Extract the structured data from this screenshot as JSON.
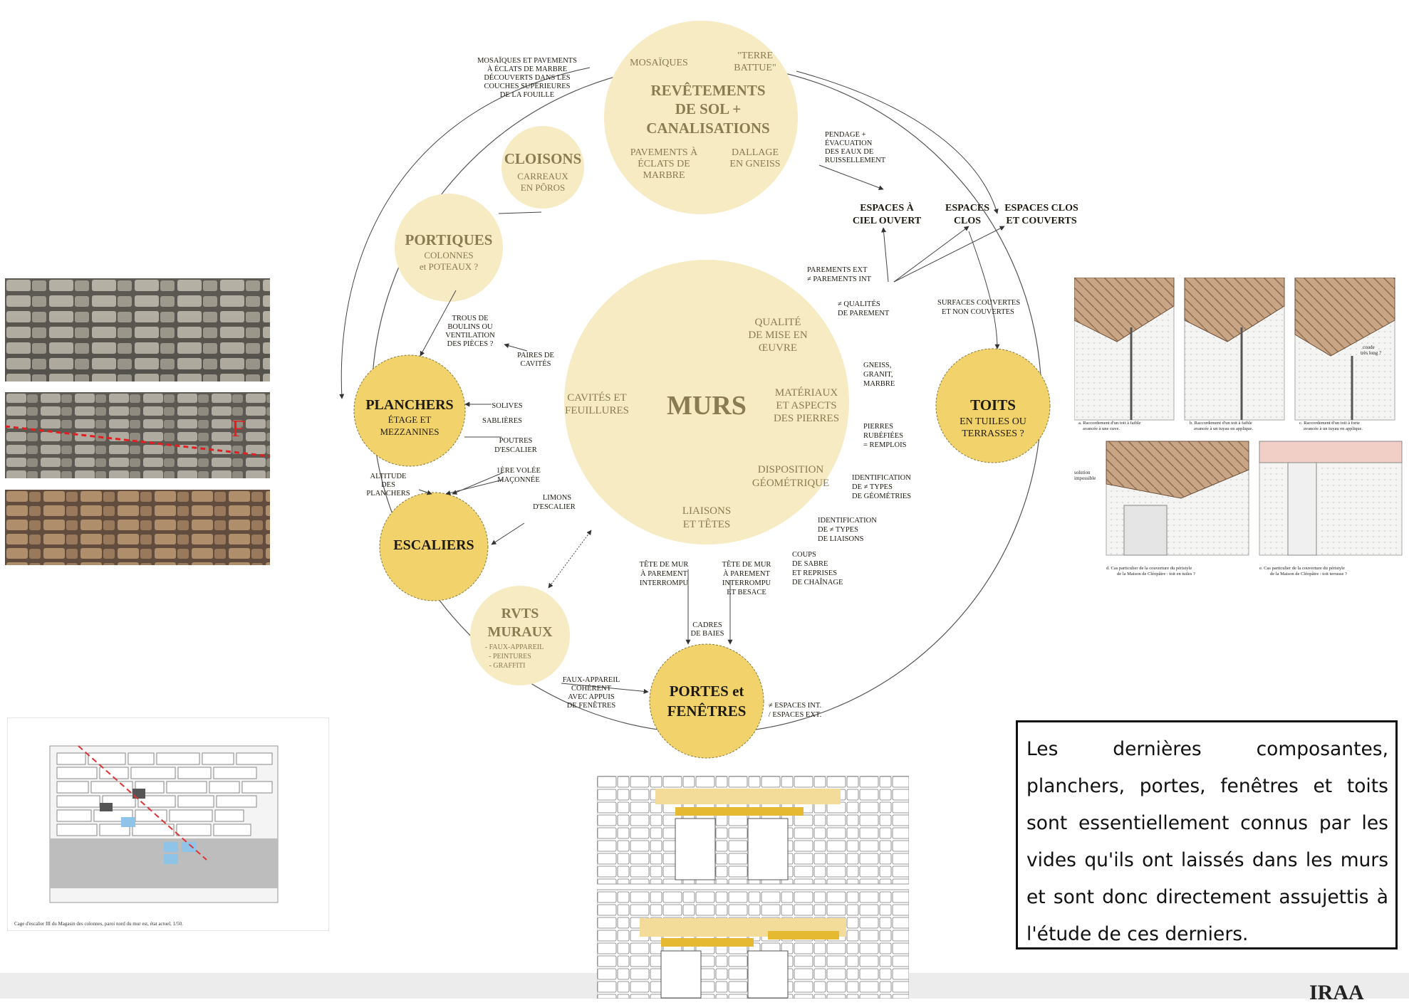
{
  "caption": "Les dernières composantes, planchers, portes, fenêtres et toits sont essentiellement connus par les vides qu'ils ont laissés dans les murs et sont donc directement assujettis à l'étude de ces derniers.",
  "logo": "IRAA",
  "colors": {
    "primary_node": "#f2d36b",
    "secondary_node": "#f6ebc3",
    "center_node": "#f6ebc3",
    "footer": "#ececec"
  },
  "nodes": {
    "murs": {
      "title": "MURS",
      "sub": [
        "CAVITÉS ET",
        "FEUILLURES"
      ],
      "qualite": [
        "QUALITÉ",
        "DE MISE EN",
        "ŒUVRE"
      ],
      "materiaux": [
        "MATÉRIAUX",
        "ET ASPECTS",
        "DES PIERRES"
      ],
      "disposition": [
        "DISPOSITION",
        "GÉOMÉTRIQUE"
      ],
      "liaisons": [
        "LIAISONS",
        "ET TÊTES"
      ]
    },
    "revetements": {
      "title": [
        "REVÊTEMENTS",
        "DE SOL +",
        "CANALISATIONS"
      ],
      "mosaiques": "MOSAÏQUES",
      "terre": [
        "\"TERRE",
        "BATTUE\""
      ],
      "pavements": [
        "PAVEMENTS À",
        "ÉCLATS DE",
        "MARBRE"
      ],
      "dallage": [
        "DALLAGE",
        "EN GNEISS"
      ]
    },
    "cloisons": {
      "title": "CLOISONS",
      "sub": [
        "CARREAUX",
        "EN PÔROS"
      ]
    },
    "portiques": {
      "title": "PORTIQUES",
      "sub": [
        "COLONNES",
        "et POTEAUX ?"
      ]
    },
    "planchers": {
      "title": "PLANCHERS",
      "sub": [
        "ÉTAGE ET",
        "MEZZANINES"
      ]
    },
    "escaliers": {
      "title": "ESCALIERS"
    },
    "rvts": {
      "title": [
        "RVTS",
        "MURAUX"
      ],
      "sub": [
        "- FAUX-APPAREIL",
        "- PEINTURES",
        "- GRAFFITI"
      ]
    },
    "portes": {
      "title": [
        "PORTES et",
        "FENÊTRES"
      ]
    },
    "toits": {
      "title": "TOITS",
      "sub": [
        "EN TUILES OU",
        "TERRASSES ?"
      ]
    }
  },
  "annotations": {
    "mosaiques_pav": [
      "MOSAÏQUES ET PAVEMENTS",
      "À ÉCLATS DE MARBRE",
      "DÉCOUVERTS DANS LES",
      "COUCHES SUPÉRIEURES",
      "DE LA FOUILLE"
    ],
    "pendage": [
      "PENDAGE +",
      "ÉVACUATION",
      "DES EAUX DE",
      "RUISSELLEMENT"
    ],
    "espaces_ciel": [
      "ESPACES À",
      "CIEL OUVERT"
    ],
    "espaces_clos": [
      "ESPACES",
      "CLOS"
    ],
    "espaces_couverts": [
      "ESPACES CLOS",
      "ET COUVERTS"
    ],
    "parements": [
      "PAREMENTS EXT",
      "≠ PAREMENTS INT"
    ],
    "surfaces": [
      "SURFACES COUVERTES",
      "ET NON COUVERTES"
    ],
    "qualites": [
      "≠ QUALITÉS",
      "DE PAREMENT"
    ],
    "trous": [
      "TROUS DE",
      "BOULINS OU",
      "VENTILATION",
      "DES PIÈCES ?"
    ],
    "paires": [
      "PAIRES DE",
      "CAVITÉS"
    ],
    "solives": "SOLIVES",
    "sablieres": "SABLIÈRES",
    "poutres": [
      "POUTRES",
      "D'ESCALIER"
    ],
    "volee": [
      "1ÈRE VOLÉE",
      "MAÇONNÉE"
    ],
    "limons": [
      "LIMONS",
      "D'ESCALIER"
    ],
    "altitude": [
      "ALTITUDE",
      "DES",
      "PLANCHERS"
    ],
    "gneiss": [
      "GNEISS,",
      "GRANIT,",
      "MARBRE"
    ],
    "pierres": [
      "PIERRES",
      "RUBÉFIÉES",
      "= REMPLOIS"
    ],
    "identification": [
      "IDENTIFICATION",
      "DE ≠ TYPES",
      "DE GÉOMÉTRIES"
    ],
    "identification2": [
      "IDENTIFICATION",
      "DE ≠ TYPES",
      "DE LIAISONS"
    ],
    "coups": [
      "COUPS",
      "DE SABRE",
      "ET REPRISES",
      "DE CHAÎNAGE"
    ],
    "tete1": [
      "TÊTE DE MUR",
      "À PAREMENT",
      "INTERROMPU"
    ],
    "tete2": [
      "TÊTE DE MUR",
      "À PAREMENT",
      "INTERROMPU",
      "ET BESACE"
    ],
    "cadres": [
      "CADRES",
      "DE BAIES"
    ],
    "faux": [
      "FAUX-APPAREIL",
      "COHÉRENT",
      "AVEC APPUIS",
      "DE FENÊTRES"
    ],
    "espaces_int": [
      "≠ ESPACES INT.",
      "/ ESPACES EXT."
    ]
  },
  "photo_labels": {
    "F": "F"
  },
  "roof_captions": [
    [
      "a. Raccordement d'un toit à faible",
      "avancée à une cuve."
    ],
    [
      "b. Raccordement d'un toit à faible",
      "avancée à un tuyau en applique."
    ],
    [
      "c. Raccordement d'un toit à forte",
      "avancée à un tuyau en applique."
    ],
    [
      "d. Cas particulier de la couverture du péristyle",
      "de la Maison de Cléopâtre : toit en tuiles ?"
    ],
    [
      "e. Cas particulier de la couverture du péristyle",
      "de la Maison de Cléopâtre : toit terrasse ?"
    ]
  ],
  "roof_notes": {
    "coude": [
      "coude",
      "très long ?"
    ],
    "solution": [
      "solution",
      "impossible"
    ]
  },
  "section_caption": "Cage d'escalier III du Magasin des colonnes, paroi nord du mur est, état actuel, 1/50."
}
